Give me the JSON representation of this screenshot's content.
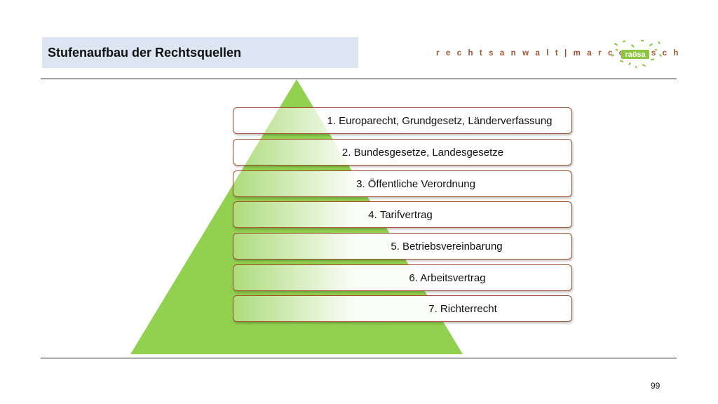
{
  "header": {
    "title": "Stufenaufbau der Rechtsquellen",
    "brand": "r e c h t s a n w a l t | m a r c o u t s c h",
    "logo_text": "raösa"
  },
  "pyramid": {
    "levels": [
      {
        "label": "1. Europarecht, Grundgesetz, Länderverfassung"
      },
      {
        "label": "2. Bundesgesetze, Landesgesetze"
      },
      {
        "label": "3. Öffentliche Verordnung"
      },
      {
        "label": "4. Tarifvertrag"
      },
      {
        "label": "5. Betriebsvereinbarung"
      },
      {
        "label": "6. Arbeitsvertrag"
      },
      {
        "label": "7. Richterrecht"
      }
    ]
  },
  "footer": {
    "page_number": "99"
  },
  "colors": {
    "pyramid_green": "#92d050",
    "border_brown": "#a0522d",
    "title_bg": "#dce6f2",
    "brand_text": "#a0522d"
  }
}
